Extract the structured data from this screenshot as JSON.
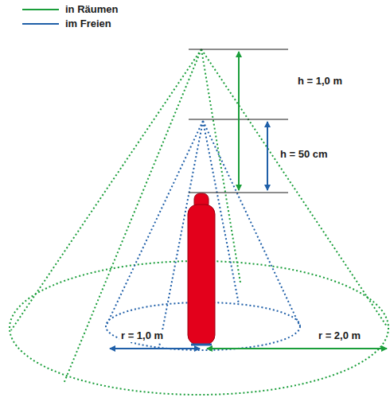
{
  "diagram": {
    "labels": [
      "h = 1,0 m",
      "h = 50 cm",
      "r = 1,0 m",
      "r = 2,0 m"
    ],
    "legend": [
      {
        "text": "in Räumen"
      },
      {
        "text": "im Freien"
      }
    ]
  }
}
